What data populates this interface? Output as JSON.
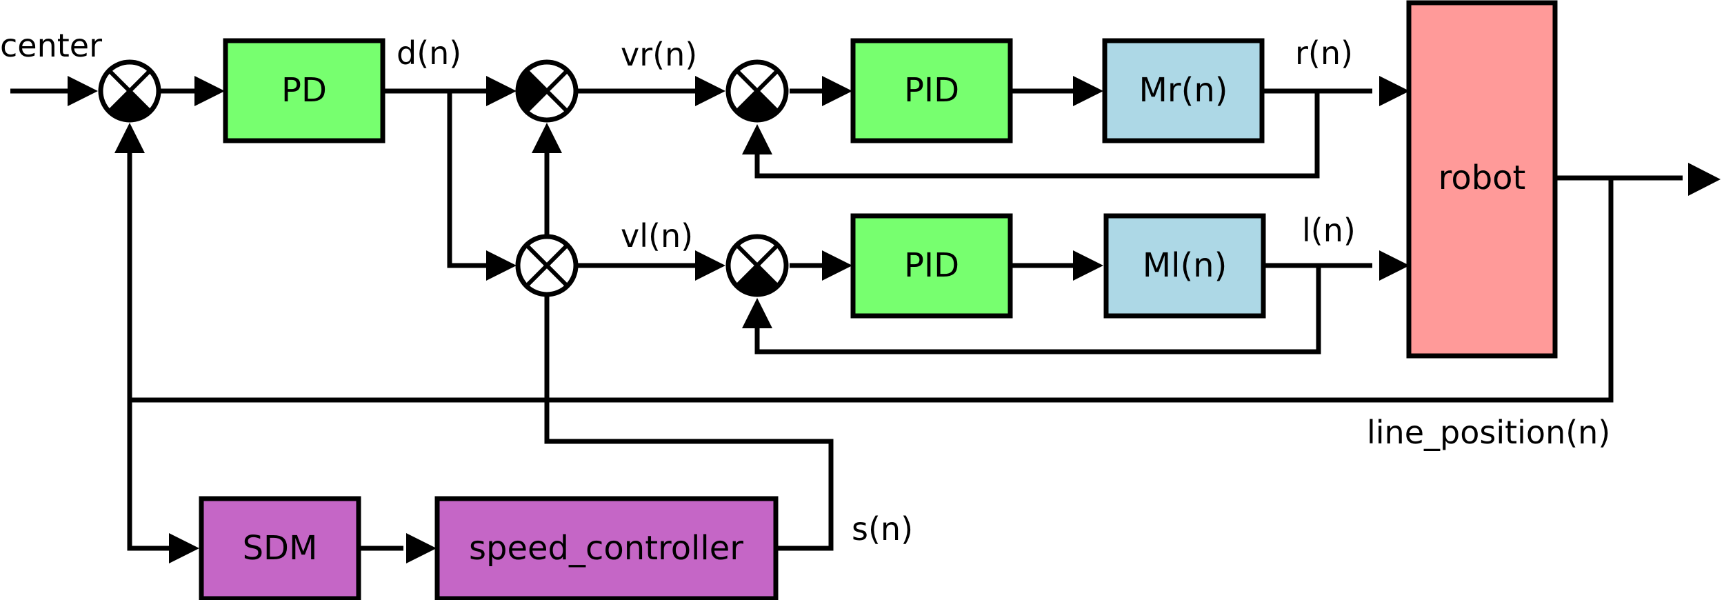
{
  "colors": {
    "controller": "#77ff6f",
    "motor": "#add8e6",
    "robot": "#ff9a99",
    "speed": "#c566c6",
    "line": "#000000"
  },
  "blocks": {
    "pd": "PD",
    "pid_r": "PID",
    "pid_l": "PID",
    "motor_r": "Mr(n)",
    "motor_l": "Ml(n)",
    "robot": "robot",
    "sdm": "SDM",
    "speed_controller": "speed_controller"
  },
  "signals": {
    "center": "center",
    "d": "d(n)",
    "vr": "vr(n)",
    "vl": "vl(n)",
    "r": "r(n)",
    "l": "l(n)",
    "line_position": "line_position(n)",
    "s": "s(n)"
  }
}
